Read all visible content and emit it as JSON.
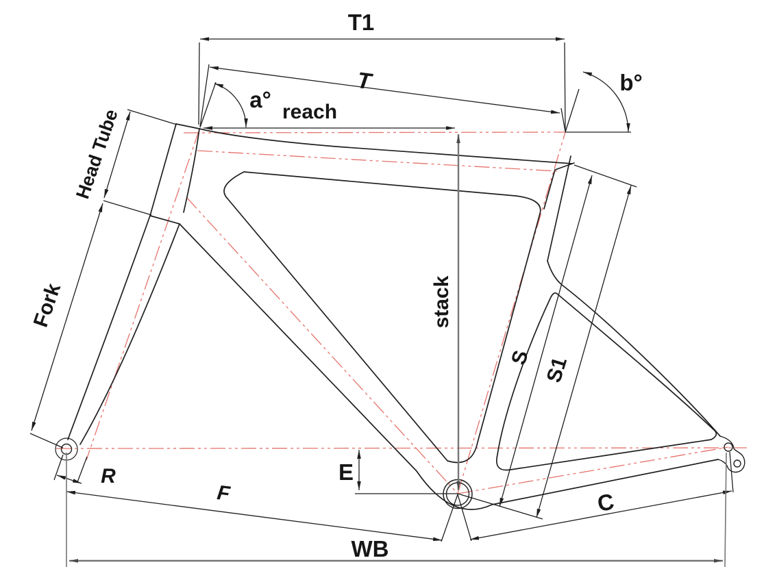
{
  "diagram": {
    "type": "bicycle-frame-geometry",
    "labels": {
      "top_tube_horizontal": "T1",
      "top_tube_actual": "T",
      "reach": "reach",
      "head_angle": "a°",
      "seat_angle": "b°",
      "head_tube": "Head Tube",
      "fork": "Fork",
      "stack": "stack",
      "seat_tube": "S",
      "seat_tube_full": "S1",
      "rake": "R",
      "front_center": "F",
      "bb_drop": "E",
      "wheelbase": "WB",
      "chainstay": "C"
    },
    "colors": {
      "outline": "#1f1f1f",
      "dimension": "#1f1f1f",
      "centerline": "#e5736c",
      "highlight_dimension": "#767676",
      "background": "#ffffff"
    }
  }
}
